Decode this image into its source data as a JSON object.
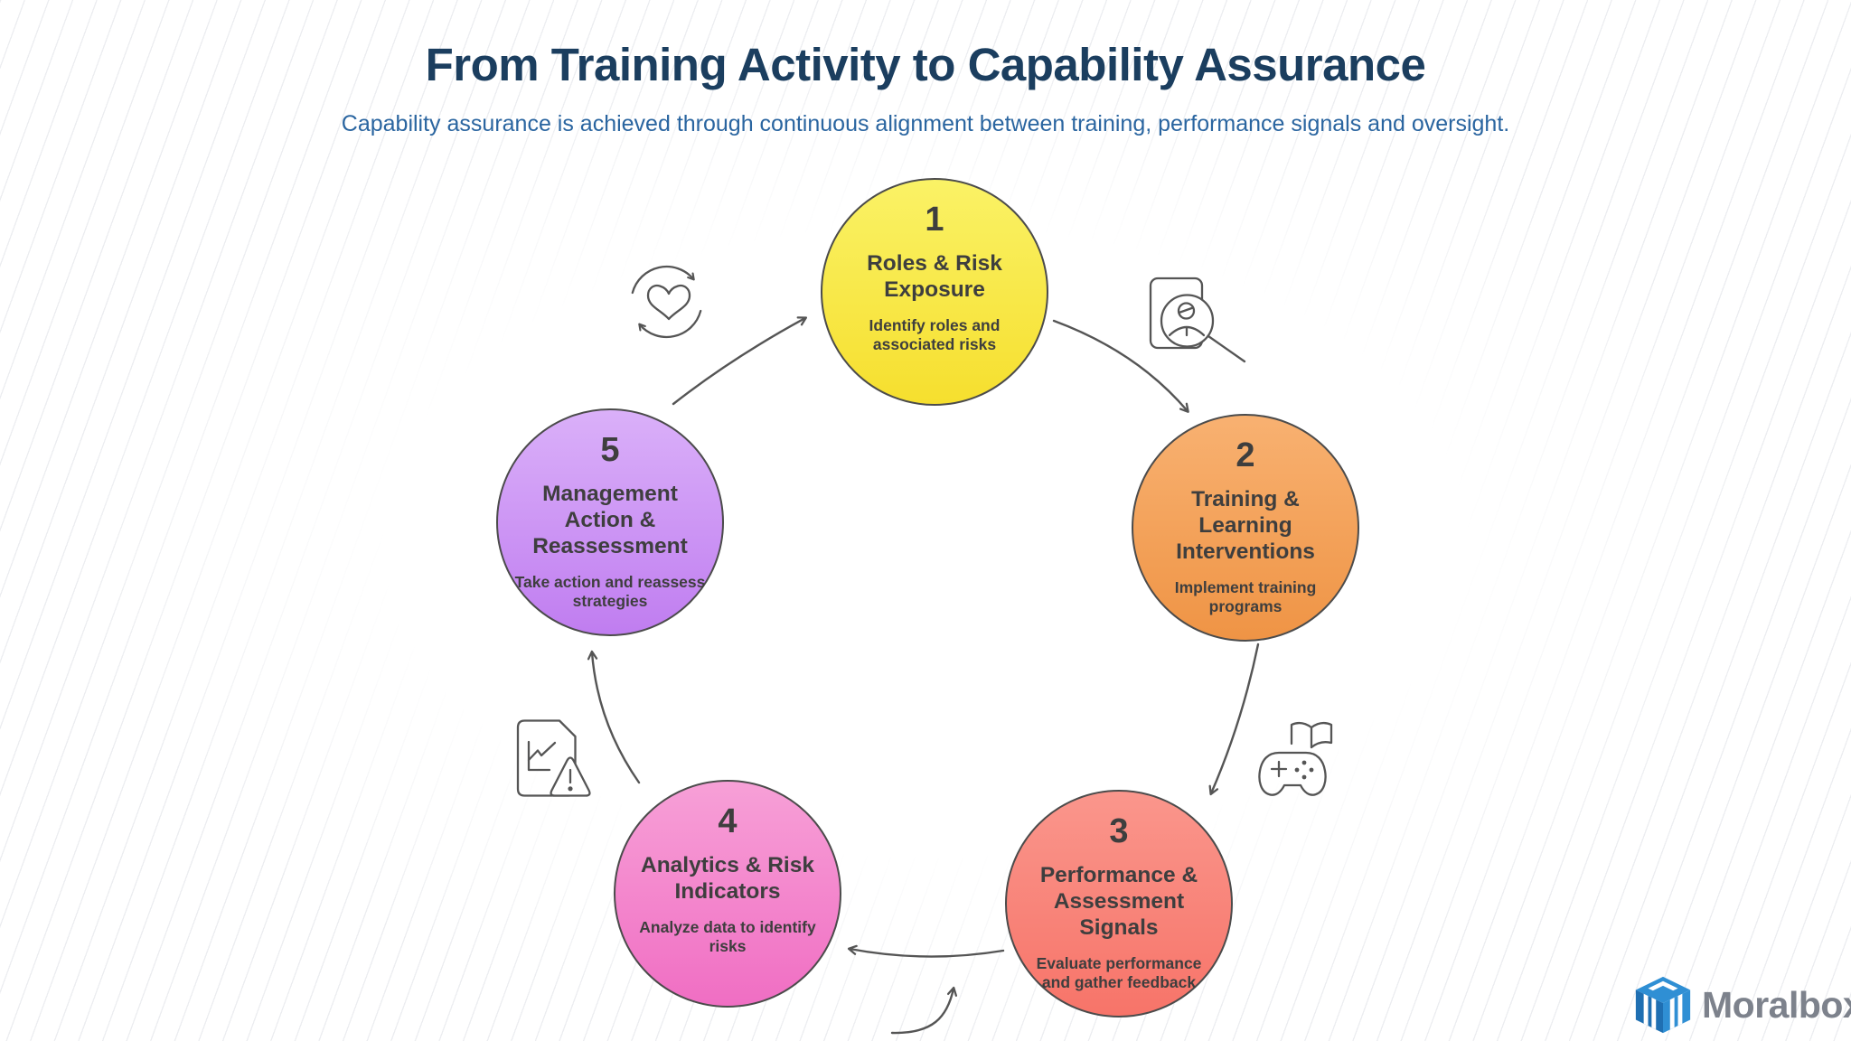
{
  "header": {
    "title": "From Training Activity to Capability Assurance",
    "subtitle": "Capability assurance is achieved through continuous alignment between training, performance signals and oversight."
  },
  "colors": {
    "title": "#1B3E5F",
    "subtitle": "#2A65A0",
    "circle_border": "#4B4B4B",
    "circle_text": "#3E3E3E",
    "arrow": "#555555",
    "logo_blue": "#2F8FD4",
    "logo_blue_dark": "#1F6FB2",
    "logo_text": "#7D828C"
  },
  "steps": [
    {
      "number": "1",
      "title": "Roles & Risk Exposure",
      "description": "Identify roles and associated risks",
      "color_top": "#FAF266",
      "color_bottom": "#F6DF2E"
    },
    {
      "number": "2",
      "title": "Training & Learning Interventions",
      "description": "Implement training programs",
      "color_top": "#F8B171",
      "color_bottom": "#EF9445"
    },
    {
      "number": "3",
      "title": "Performance & Assessment Signals",
      "description": "Evaluate performance and gather feedback",
      "color_top": "#FA968C",
      "color_bottom": "#F77469"
    },
    {
      "number": "4",
      "title": "Analytics & Risk Indicators",
      "description": "Analyze data to identify risks",
      "color_top": "#F7A0D7",
      "color_bottom": "#F06EC3"
    },
    {
      "number": "5",
      "title": "Management Action & Reassessment",
      "description": "Take action and reassess strategies",
      "color_top": "#DAB0F9",
      "color_bottom": "#C07DF0"
    }
  ],
  "icons": [
    "heart-refresh-icon",
    "person-search-icon",
    "book-gamepad-icon",
    "chart-warning-icon"
  ],
  "logo": {
    "text": "Moralbox"
  }
}
